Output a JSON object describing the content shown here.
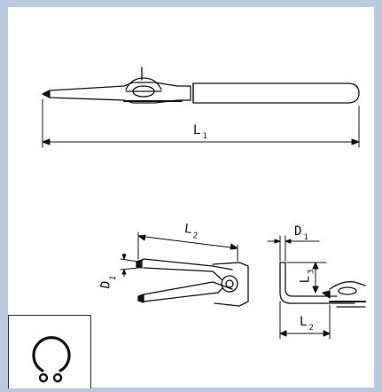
{
  "labels": {
    "l1": {
      "main": "L",
      "sub": "1"
    },
    "l2_left": {
      "main": "L",
      "sub": "2"
    },
    "d1_left": {
      "main": "D",
      "sub": "1"
    },
    "d1_right": {
      "main": "D",
      "sub": "1"
    },
    "l3": {
      "main": "L",
      "sub": "3"
    },
    "l2_right": {
      "main": "L",
      "sub": "2"
    }
  },
  "colors": {
    "background": "#b9c9e0",
    "panel": "#ffffff",
    "ink": "#111111"
  },
  "thumbnail": {
    "icon": "circlip-ring-icon"
  }
}
